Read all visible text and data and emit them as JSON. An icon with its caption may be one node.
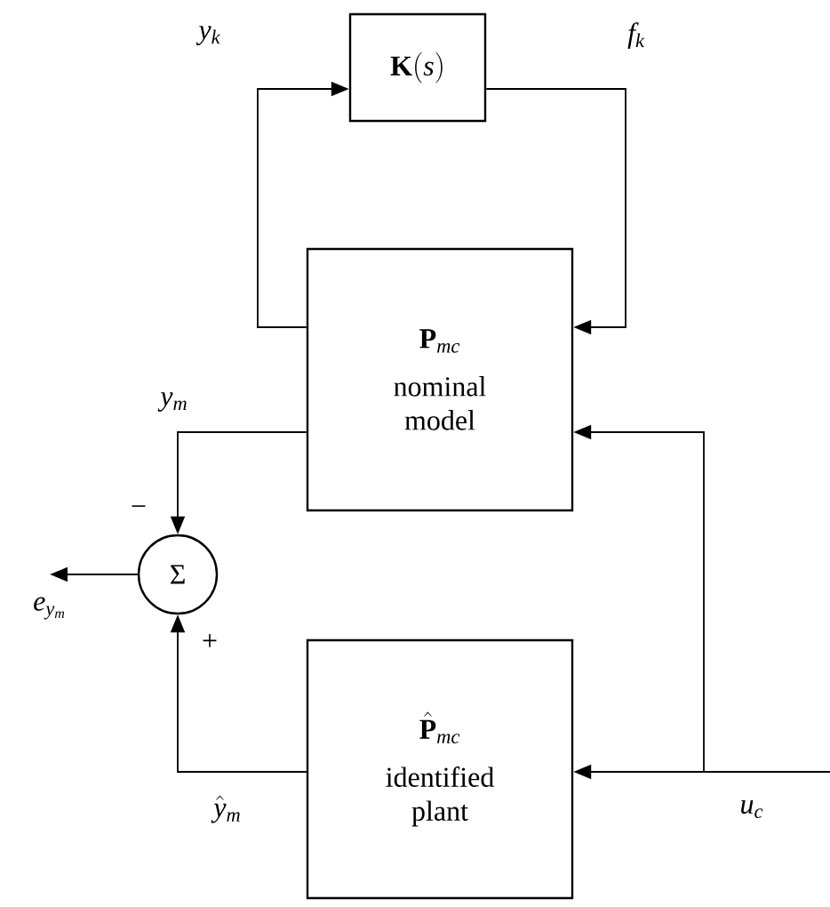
{
  "diagram": {
    "nodes": [
      {
        "text": [
          "\\mathbf{K}(s)"
        ]
      },
      {
        "text": [
          "\\mathbf{P}_{mc}",
          "nominal model"
        ]
      },
      {
        "text": [
          "\\Sigma"
        ]
      },
      {
        "text": [
          "\\hat{\\mathbf{P}}_{mc}",
          "identified plant"
        ]
      }
    ],
    "edges": [
      {
        "from": 1,
        "to": 0,
        "arrow": "to",
        "label": "y_k"
      },
      {
        "from": 0,
        "to": 1,
        "arrow": "to",
        "label": "f_k"
      },
      {
        "from": 1,
        "to": 2,
        "arrow": "to",
        "label": "y_m"
      },
      {
        "from": 3,
        "to": 2,
        "arrow": "to",
        "label": "\\hat{y}_m"
      },
      {
        "from": 2,
        "to": null,
        "arrow": "to",
        "label": "e_{y_m}"
      },
      {
        "from": null,
        "to": 3,
        "arrow": "to",
        "label": "u_c"
      },
      {
        "from": null,
        "to": 1,
        "arrow": "to"
      }
    ],
    "labels": [
      "−",
      "+"
    ]
  }
}
